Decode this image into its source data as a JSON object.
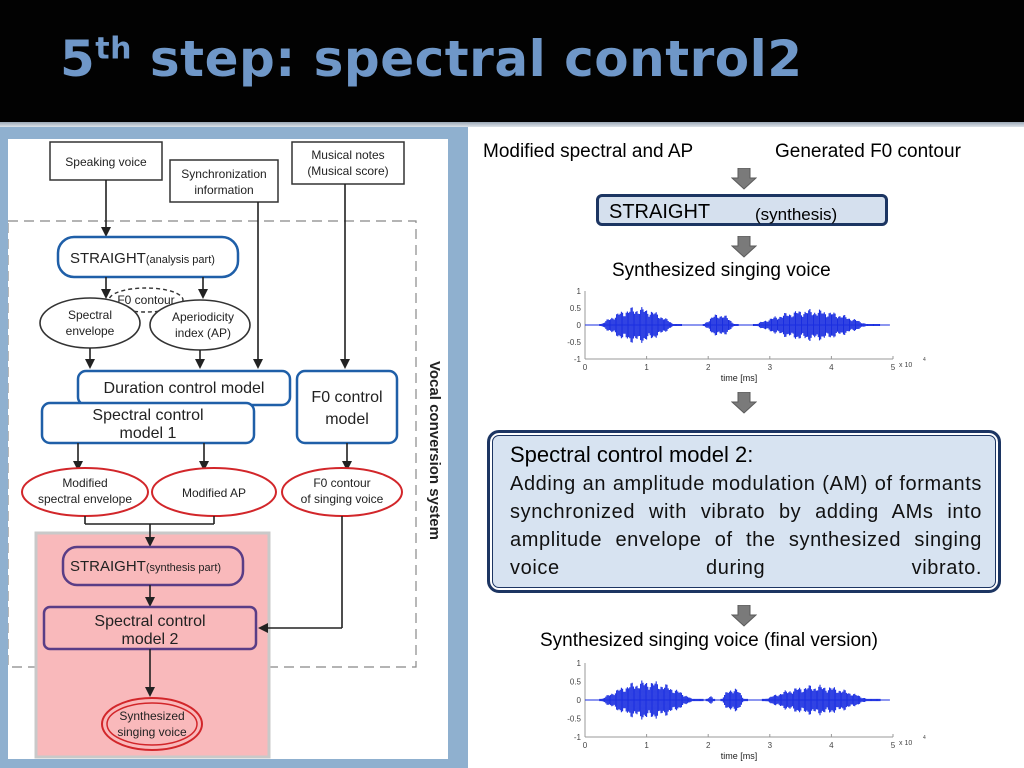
{
  "slide": {
    "title_main": "5",
    "title_sup": "th",
    "title_rest": " step: spectral control2"
  },
  "colors": {
    "title": "#6f97c8",
    "blue_box": "#1f5fa8",
    "red_ellipse": "#d2262a",
    "purple_box": "#5a3d86",
    "pink_region": "#f9b9bb",
    "waveform": "#1a2ee0",
    "arrow_gray": "#7a7a7a",
    "panel_bg": "#d7e3f1"
  },
  "diagram": {
    "speaking_voice": "Speaking voice",
    "sync_info_1": "Synchronization",
    "sync_info_2": "information",
    "musical_notes_1": "Musical notes",
    "musical_notes_2": "(Musical score)",
    "straight_analysis_main": "STRAIGHT",
    "straight_analysis_sub": "(analysis part)",
    "f0_contour": "F0 contour",
    "spectral_envelope_1": "Spectral",
    "spectral_envelope_2": "envelope",
    "aperiodicity_1": "Aperiodicity",
    "aperiodicity_2": "index (AP)",
    "duration_control": "Duration control model",
    "spectral_control_1_a": "Spectral control",
    "spectral_control_1_b": "model 1",
    "f0_control_a": "F0 control",
    "f0_control_b": "model",
    "modified_spectral_1": "Modified",
    "modified_spectral_2": "spectral envelope",
    "modified_ap": "Modified  AP",
    "f0_singing_1": "F0 contour",
    "f0_singing_2": "of singing voice",
    "straight_synthesis_main": "STRAIGHT",
    "straight_synthesis_sub": "(synthesis part)",
    "spectral_control_2_a": "Spectral control",
    "spectral_control_2_b": "model 2",
    "synthesized_1": "Synthesized",
    "synthesized_2": "singing voice",
    "vocal_conversion": "Vocal conversion system"
  },
  "right": {
    "input_left": "Modified spectral and AP",
    "input_right": "Generated F0 contour",
    "straight_label": "STRAIGHT",
    "straight_sub": "(synthesis)",
    "synth_voice": "Synthesized singing voice",
    "scm2_title": "Spectral control model 2:",
    "scm2_body": "Adding an amplitude modulation (AM) of formants synchronized with vibrato by adding AMs into amplitude envelope of the synthesized singing voice during vibrato.",
    "final_voice": "Synthesized singing voice (final version)"
  },
  "waveform_axes": {
    "y_ticks": [
      "1",
      "0.5",
      "0",
      "-0.5",
      "-1"
    ],
    "x_ticks": [
      "0",
      "1",
      "2",
      "3",
      "4",
      "5"
    ],
    "xlabel": "time [ms]",
    "x_multiplier": "x 10",
    "x_multiplier_exp": "4"
  }
}
